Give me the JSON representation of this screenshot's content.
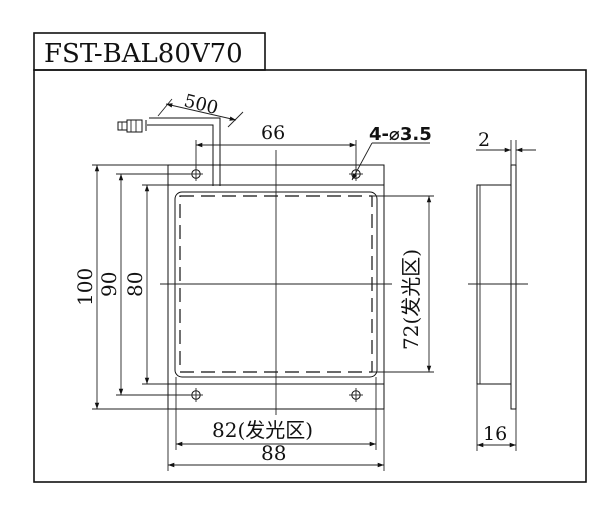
{
  "title": "FST-BAL80V70",
  "labels": {
    "cable_length": "500",
    "hole_spacing": "66",
    "holes": "4-⌀3.5",
    "thickness": "2",
    "height_total": "100",
    "height_holes": "90",
    "height_body": "80",
    "emit_height": "72(发光区)",
    "emit_width": "82(发光区)",
    "width_total": "88",
    "depth": "16"
  }
}
